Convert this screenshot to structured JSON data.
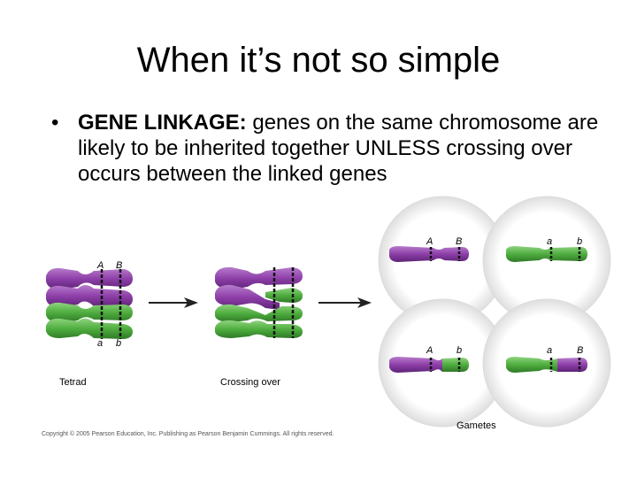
{
  "title": "When it’s not so simple",
  "bullet": {
    "marker": "•",
    "term": "GENE LINKAGE:",
    "text": "genes on the same chromosome are likely to be inherited together UNLESS crossing over occurs between the linked genes"
  },
  "figure": {
    "tetrad": {
      "label": "Tetrad",
      "top_genes": [
        "A",
        "B"
      ],
      "bottom_genes": [
        "a",
        "b"
      ]
    },
    "crossing_over": {
      "label": "Crossing over"
    },
    "gametes": {
      "label": "Gametes",
      "cells": [
        {
          "genes_left": [
            "A",
            "B"
          ],
          "genes_right": [
            "a",
            "b"
          ]
        },
        {
          "genes_left": [
            "A",
            "b"
          ],
          "genes_right": [
            "a",
            "B"
          ]
        }
      ]
    },
    "copyright": "Copyright © 2005 Pearson Education, Inc. Publishing as Pearson Benjamin Cummings. All rights reserved."
  },
  "colors": {
    "purple": "#8e3fa8",
    "purple_dark": "#5e2378",
    "green": "#4fae3f",
    "green_dark": "#2f7a26",
    "arrow": "#222222"
  }
}
